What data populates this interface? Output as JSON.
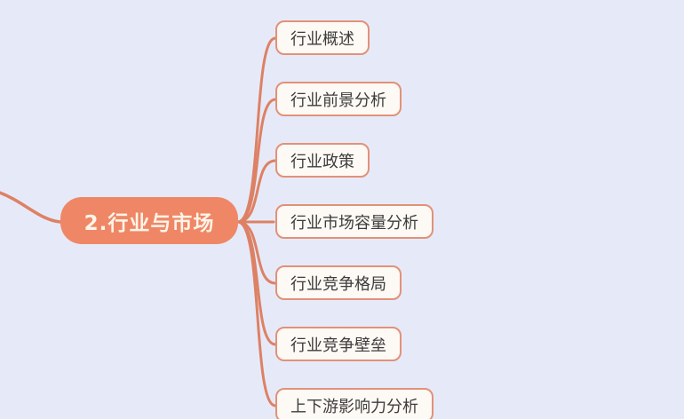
{
  "mindmap": {
    "root": {
      "label": "2.行业与市场"
    },
    "children": [
      {
        "label": "行业概述"
      },
      {
        "label": "行业前景分析"
      },
      {
        "label": "行业政策"
      },
      {
        "label": "行业市场容量分析"
      },
      {
        "label": "行业竞争格局"
      },
      {
        "label": "行业竞争壁垒"
      },
      {
        "label": "上下游影响力分析"
      }
    ],
    "colors": {
      "background": "#e6eaf8",
      "branch_line": "#dd8165",
      "root_fill": "#ef8766",
      "root_text": "#fdf4e8",
      "child_fill": "#fdf9f4",
      "child_border": "#e29179",
      "child_text": "#3d3d3d"
    }
  }
}
